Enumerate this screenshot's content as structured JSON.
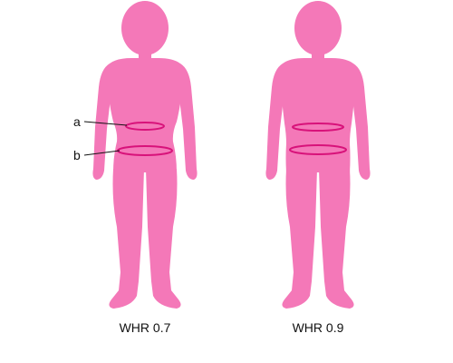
{
  "figures": [
    {
      "caption": "WHR 0.7"
    },
    {
      "caption": "WHR 0.9"
    }
  ],
  "callouts": {
    "waist": "a",
    "hip": "b"
  },
  "colors": {
    "body": "#f478b8",
    "ring": "#d8127a",
    "text": "#111111",
    "background": "#ffffff"
  }
}
